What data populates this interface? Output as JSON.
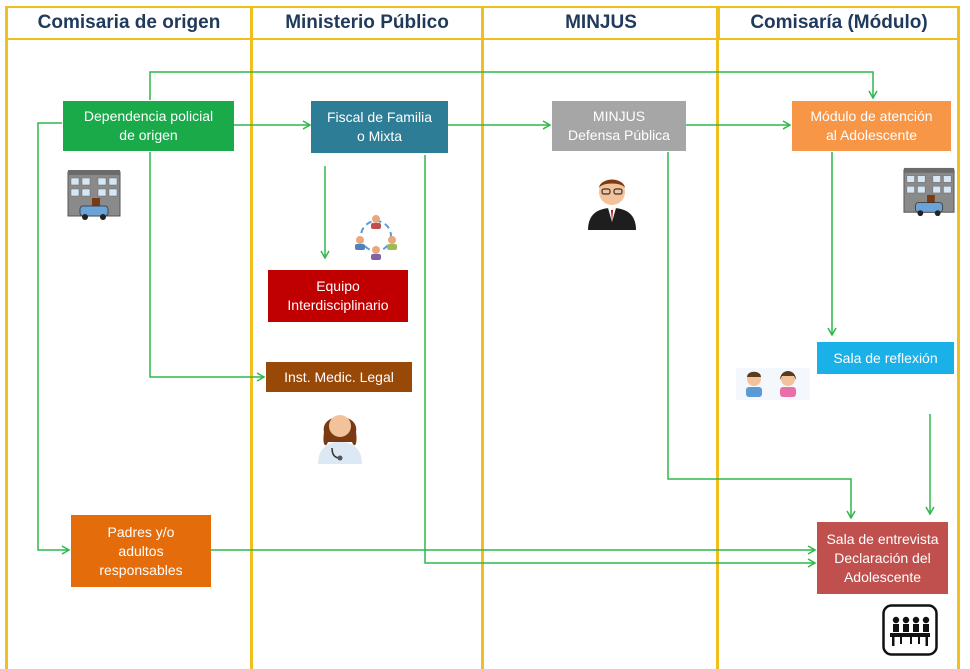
{
  "lanes": {
    "origen": "Comisaria de origen",
    "ministerio": "Ministerio Público",
    "minjus": "MINJUS",
    "comisaria": "Comisaría (Módulo)"
  },
  "nodes": {
    "dependencia": "Dependencia policial\nde origen",
    "fiscal": "Fiscal de Familia\no Mixta",
    "minjus_defensa": "MINJUS\nDefensa Pública",
    "modulo": "Módulo de atención\nal Adolescente",
    "equipo": "Equipo\nInterdisciplinario",
    "inst_medic": "Inst. Medic. Legal",
    "sala_reflexion": "Sala de reflexión",
    "padres": "Padres y/o\nadultos\nresponsables",
    "sala_entrevista": "Sala de entrevista\nDeclaración del\nAdolescente"
  },
  "icons": {
    "police_station_left": "police-station-icon",
    "police_station_right": "police-station-icon",
    "team_circle": "team-cycle-icon",
    "lawyer": "lawyer-icon",
    "doctor": "doctor-icon",
    "teens": "adolescents-icon",
    "meeting": "meeting-table-icon"
  },
  "colors": {
    "lane_border": "#f2c01e",
    "header_text": "#1f3a5c",
    "arrow": "#2db84b",
    "dependencia": "#1aaa4a",
    "fiscal": "#2e7d96",
    "minjus_defensa": "#a6a6a6",
    "modulo": "#f79646",
    "equipo": "#c00000",
    "inst_medic": "#984807",
    "sala_reflexion": "#1ab0e8",
    "padres": "#e46c0a",
    "sala_entrevista": "#c0504d"
  }
}
